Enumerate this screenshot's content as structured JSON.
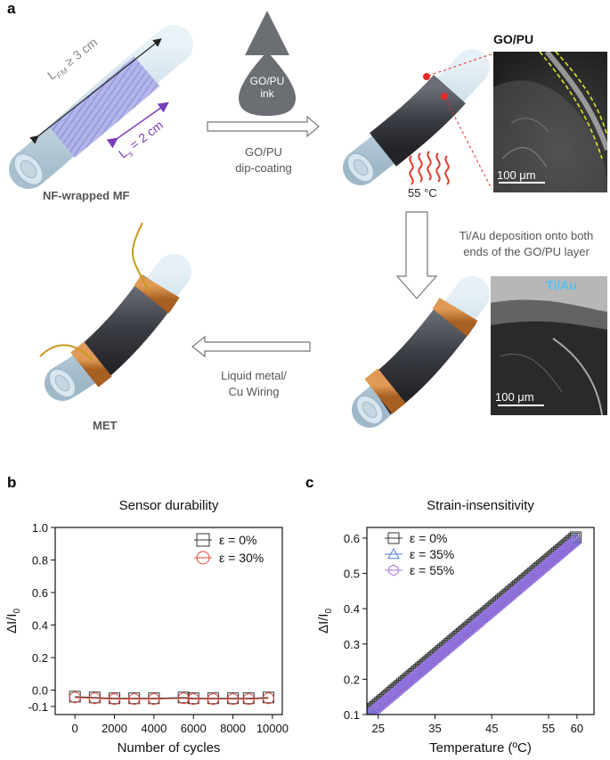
{
  "figure": {
    "panel_a_label": "a",
    "panel_b_label": "b",
    "panel_c_label": "c",
    "fiber_length_label": "L",
    "fiber_length_sub": "FM",
    "fiber_length_rest": " ≥ 3 cm",
    "sensor_length_label": "L",
    "sensor_length_sub": "s",
    "sensor_length_rest": " = 2 cm",
    "start_caption": "NF-wrapped MF",
    "ink_label_line1": "GO/PU",
    "ink_label_line2": "ink",
    "step1_line1": "GO/PU",
    "step1_line2": "dip-coating",
    "temperature_label": "55  °C",
    "layer_label": "GO/PU",
    "step2_line1": "Ti/Au deposition onto both",
    "step2_line2": "ends of the GO/PU layer",
    "electrode_label": "Ti/Au",
    "step3_line1": "Liquid metal/",
    "step3_line2": "Cu Wiring",
    "end_caption": "MET",
    "scale_bar_1": "100 μm",
    "scale_bar_2": "100 μm"
  },
  "colors": {
    "fiber": "#c9dbe6",
    "nanofiber": "#7d7fd0",
    "coating": "#3b3d44",
    "electrode": "#c97a36",
    "wire": "#c89a1e",
    "dimension_arrow_purple": "#7a3fb8",
    "heat": "#e6392c",
    "trace_yellow": "#e6f01e"
  },
  "chart_data": [
    {
      "type": "scatter",
      "title": "Sensor durability",
      "xlabel": "Number of cycles",
      "ylabel": "ΔI/I",
      "ylabel_sub": "0",
      "xlim": [
        -1000,
        10500
      ],
      "ylim": [
        -0.15,
        1.0
      ],
      "xticks": [
        0,
        2000,
        4000,
        6000,
        8000,
        10000
      ],
      "yticks": [
        -0.1,
        0.0,
        0.2,
        0.4,
        0.6,
        0.8,
        1.0
      ],
      "ytick_labels": [
        "-0.1",
        "0.0",
        "0.2",
        "0.4",
        "0.6",
        "0.8",
        "1.0"
      ],
      "legend_placement": "top-right",
      "series": [
        {
          "name": "ε = 0%",
          "marker": "square",
          "color": "#333333",
          "x": [
            0,
            1000,
            2000,
            3000,
            4000,
            5500,
            6000,
            7000,
            8000,
            8800,
            9800
          ],
          "y": [
            -0.04,
            -0.045,
            -0.05,
            -0.05,
            -0.05,
            -0.045,
            -0.05,
            -0.05,
            -0.05,
            -0.05,
            -0.045
          ]
        },
        {
          "name": "ε = 30%",
          "marker": "circle",
          "color": "#e0463c",
          "x": [
            0,
            1000,
            2000,
            3000,
            4000,
            5500,
            6000,
            7000,
            8000,
            8800,
            9800
          ],
          "y": [
            -0.045,
            -0.05,
            -0.055,
            -0.055,
            -0.055,
            -0.05,
            -0.055,
            -0.055,
            -0.055,
            -0.055,
            -0.05
          ]
        }
      ]
    },
    {
      "type": "scatter",
      "title": "Strain-insensitivity",
      "xlabel": "Temperature (ºC)",
      "ylabel": "ΔI/I",
      "ylabel_sub": "0",
      "xlim": [
        23,
        63
      ],
      "ylim": [
        0.1,
        0.63
      ],
      "xticks": [
        25,
        35,
        45,
        55,
        60
      ],
      "yticks": [
        0.1,
        0.2,
        0.3,
        0.4,
        0.5,
        0.6
      ],
      "ytick_labels": [
        "0.1",
        "0.2",
        "0.3",
        "0.4",
        "0.5",
        "0.6"
      ],
      "legend_placement": "top-left",
      "series": [
        {
          "name": "ε = 0%",
          "marker": "square",
          "color": "#333333",
          "x_start": 23.2,
          "x_end": 60,
          "step": 0.3,
          "y_start": 0.105,
          "y_end": 0.605
        },
        {
          "name": "ε = 35%",
          "marker": "triangle",
          "color": "#4d7fd6",
          "x_start": 23.5,
          "x_end": 60,
          "step": 0.3,
          "y_start": 0.105,
          "y_end": 0.6
        },
        {
          "name": "ε = 55%",
          "marker": "hexagon",
          "color": "#a46fe0",
          "x_start": 23.8,
          "x_end": 60,
          "step": 0.3,
          "y_start": 0.105,
          "y_end": 0.595
        }
      ]
    }
  ]
}
